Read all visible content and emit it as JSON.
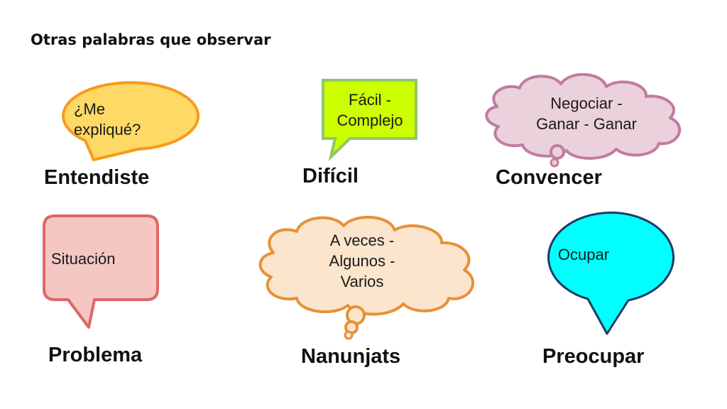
{
  "title": "Otras palabras que observar",
  "cards": [
    {
      "id": "entendiste",
      "bubble_text": "¿Me\nexpliqué?",
      "word": "Entendiste",
      "shape": "oval-callout",
      "fill": "#ffd966",
      "stroke": "#f79a1b"
    },
    {
      "id": "dificil",
      "bubble_text": "Fácil -\nComplejo",
      "word": "Difícil",
      "shape": "rect-callout",
      "fill": "#ccff00",
      "stroke": "#8fc76b"
    },
    {
      "id": "convencer",
      "bubble_text": "Negociar -\nGanar - Ganar",
      "word": "Convencer",
      "shape": "cloud-callout",
      "fill": "#ead1dc",
      "stroke": "#c27ba0"
    },
    {
      "id": "problema",
      "bubble_text": "Situación",
      "word": "Problema",
      "shape": "rounded-rect-callout",
      "fill": "#f4c7c3",
      "stroke": "#e06666"
    },
    {
      "id": "nanunjats",
      "bubble_text": "A veces -\nAlgunos -\nVarios",
      "word": "Nanunjats",
      "shape": "cloud-callout",
      "fill": "#fce5cd",
      "stroke": "#e69138"
    },
    {
      "id": "preocupar",
      "bubble_text": "Ocupar",
      "word": "Preocupar",
      "shape": "oval-callout",
      "fill": "#00ffff",
      "stroke": "#1f3b63"
    }
  ]
}
